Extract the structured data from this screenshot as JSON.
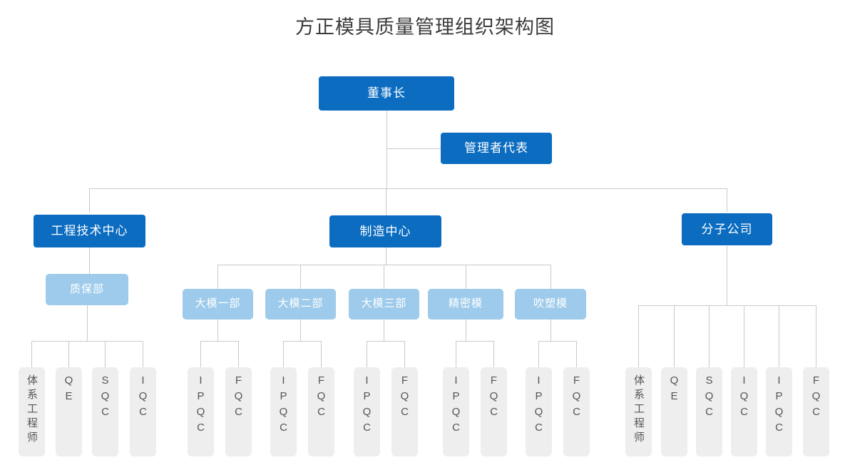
{
  "title": "方正模具质量管理组织架构图",
  "colors": {
    "level1": "#0b6cc0",
    "level3": "#9ecbeb",
    "leaf": "#eeeeee",
    "connector": "#c9c9c9",
    "title_text": "#3c3c3c"
  },
  "nodes": {
    "chairman": {
      "label": "董事长"
    },
    "management_rep": {
      "label": "管理者代表"
    },
    "engineering_center": {
      "label": "工程技术中心"
    },
    "manufacturing_center": {
      "label": "制造中心"
    },
    "subsidiary": {
      "label": "分子公司"
    },
    "quality_assurance": {
      "label": "质保部"
    }
  },
  "manufacturing_departments": [
    {
      "label": "大模一部"
    },
    {
      "label": "大模二部"
    },
    {
      "label": "大模三部"
    },
    {
      "label": "精密模"
    },
    {
      "label": "吹塑模"
    }
  ],
  "qa_roles": [
    {
      "label": "体系工程师"
    },
    {
      "label": "QE"
    },
    {
      "label": "SQC"
    },
    {
      "label": "IQC"
    }
  ],
  "mfg_roles": [
    {
      "label": "IPQC"
    },
    {
      "label": "FQC"
    },
    {
      "label": "IPQC"
    },
    {
      "label": "FQC"
    },
    {
      "label": "IPQC"
    },
    {
      "label": "FQC"
    },
    {
      "label": "IPQC"
    },
    {
      "label": "FQC"
    },
    {
      "label": "IPQC"
    },
    {
      "label": "FQC"
    }
  ],
  "subsidiary_roles": [
    {
      "label": "体系工程师"
    },
    {
      "label": "QE"
    },
    {
      "label": "SQC"
    },
    {
      "label": "IQC"
    },
    {
      "label": "IPQC"
    },
    {
      "label": "FQC"
    }
  ]
}
